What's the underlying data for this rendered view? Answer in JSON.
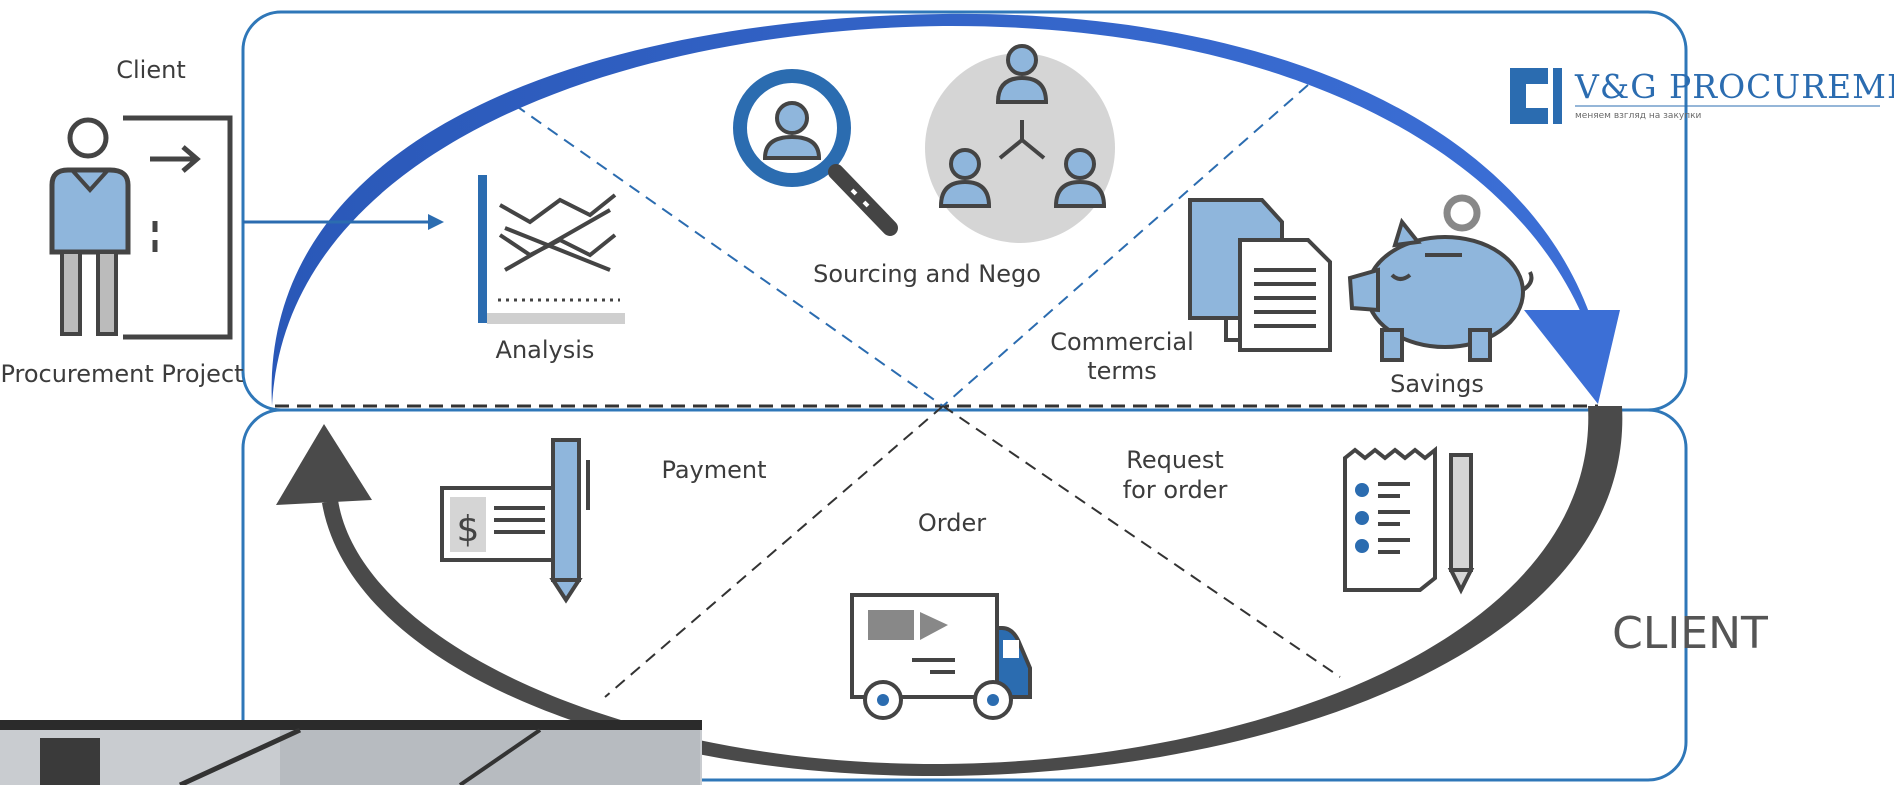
{
  "colors": {
    "blue": "#2b6cb0",
    "light_blue": "#8fb6dc",
    "dark_gray": "#4a4a4a",
    "frame_blue": "#2f77b8"
  },
  "left": {
    "client_label": "Client",
    "project_label": "Procurement Project"
  },
  "brand": {
    "name": "V&G PROCUREMENT",
    "tagline": "меняем взгляд на закупки"
  },
  "stages": {
    "analysis": "Analysis",
    "sourcing": "Sourcing and Nego",
    "commercial_line1": "Commercial",
    "commercial_line2": "terms",
    "savings": "Savings",
    "payment": "Payment",
    "order": "Order",
    "request_line1": "Request",
    "request_line2": "for order"
  },
  "client_label_big": "CLIENT",
  "icons": [
    "presenter-icon",
    "chart-icon",
    "search-person-icon",
    "team-icon",
    "documents-icon",
    "piggy-bank-icon",
    "cheque-icon",
    "truck-icon",
    "checklist-icon"
  ]
}
